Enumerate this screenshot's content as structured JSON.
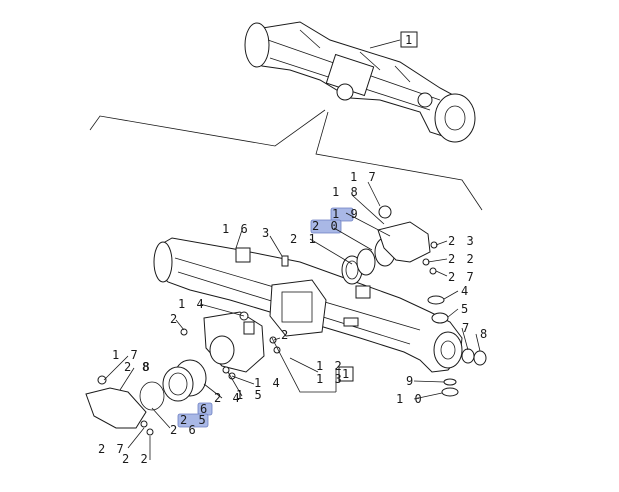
{
  "callouts": [
    {
      "id": "c1",
      "text": "1",
      "boxed": true
    },
    {
      "id": "c17a",
      "text": "1 7"
    },
    {
      "id": "c18",
      "text": "1 8"
    },
    {
      "id": "c19",
      "text": "1 9",
      "highlight": true
    },
    {
      "id": "c20",
      "text": "2 0",
      "highlight": true
    },
    {
      "id": "c21",
      "text": "2 1"
    },
    {
      "id": "c16",
      "text": "1 6"
    },
    {
      "id": "c3",
      "text": "3"
    },
    {
      "id": "c23",
      "text": "2 3"
    },
    {
      "id": "c22a",
      "text": "2 2"
    },
    {
      "id": "c27a",
      "text": "2 7"
    },
    {
      "id": "c4",
      "text": "4"
    },
    {
      "id": "c5",
      "text": "5"
    },
    {
      "id": "c7",
      "text": "7"
    },
    {
      "id": "c8a",
      "text": "8"
    },
    {
      "id": "c14a",
      "text": "1 4"
    },
    {
      "id": "c2a",
      "text": "2"
    },
    {
      "id": "c2b",
      "text": "2"
    },
    {
      "id": "c12",
      "text": "1 2"
    },
    {
      "id": "c13",
      "text": "1 3"
    },
    {
      "id": "c1b",
      "text": "1",
      "boxed": true
    },
    {
      "id": "c17b",
      "text": "1 7"
    },
    {
      "id": "c8b",
      "text": "8"
    },
    {
      "id": "c28",
      "text": "2 8"
    },
    {
      "id": "c14b",
      "text": "1 4"
    },
    {
      "id": "c15",
      "text": "1 5"
    },
    {
      "id": "c24",
      "text": "2 4"
    },
    {
      "id": "c6",
      "text": "6",
      "highlight": true
    },
    {
      "id": "c25",
      "text": "2 5",
      "highlight": true
    },
    {
      "id": "c26",
      "text": "2 6"
    },
    {
      "id": "c9",
      "text": "9"
    },
    {
      "id": "c10",
      "text": "1 0"
    },
    {
      "id": "c27b",
      "text": "2 7"
    },
    {
      "id": "c22b",
      "text": "2 2"
    }
  ]
}
